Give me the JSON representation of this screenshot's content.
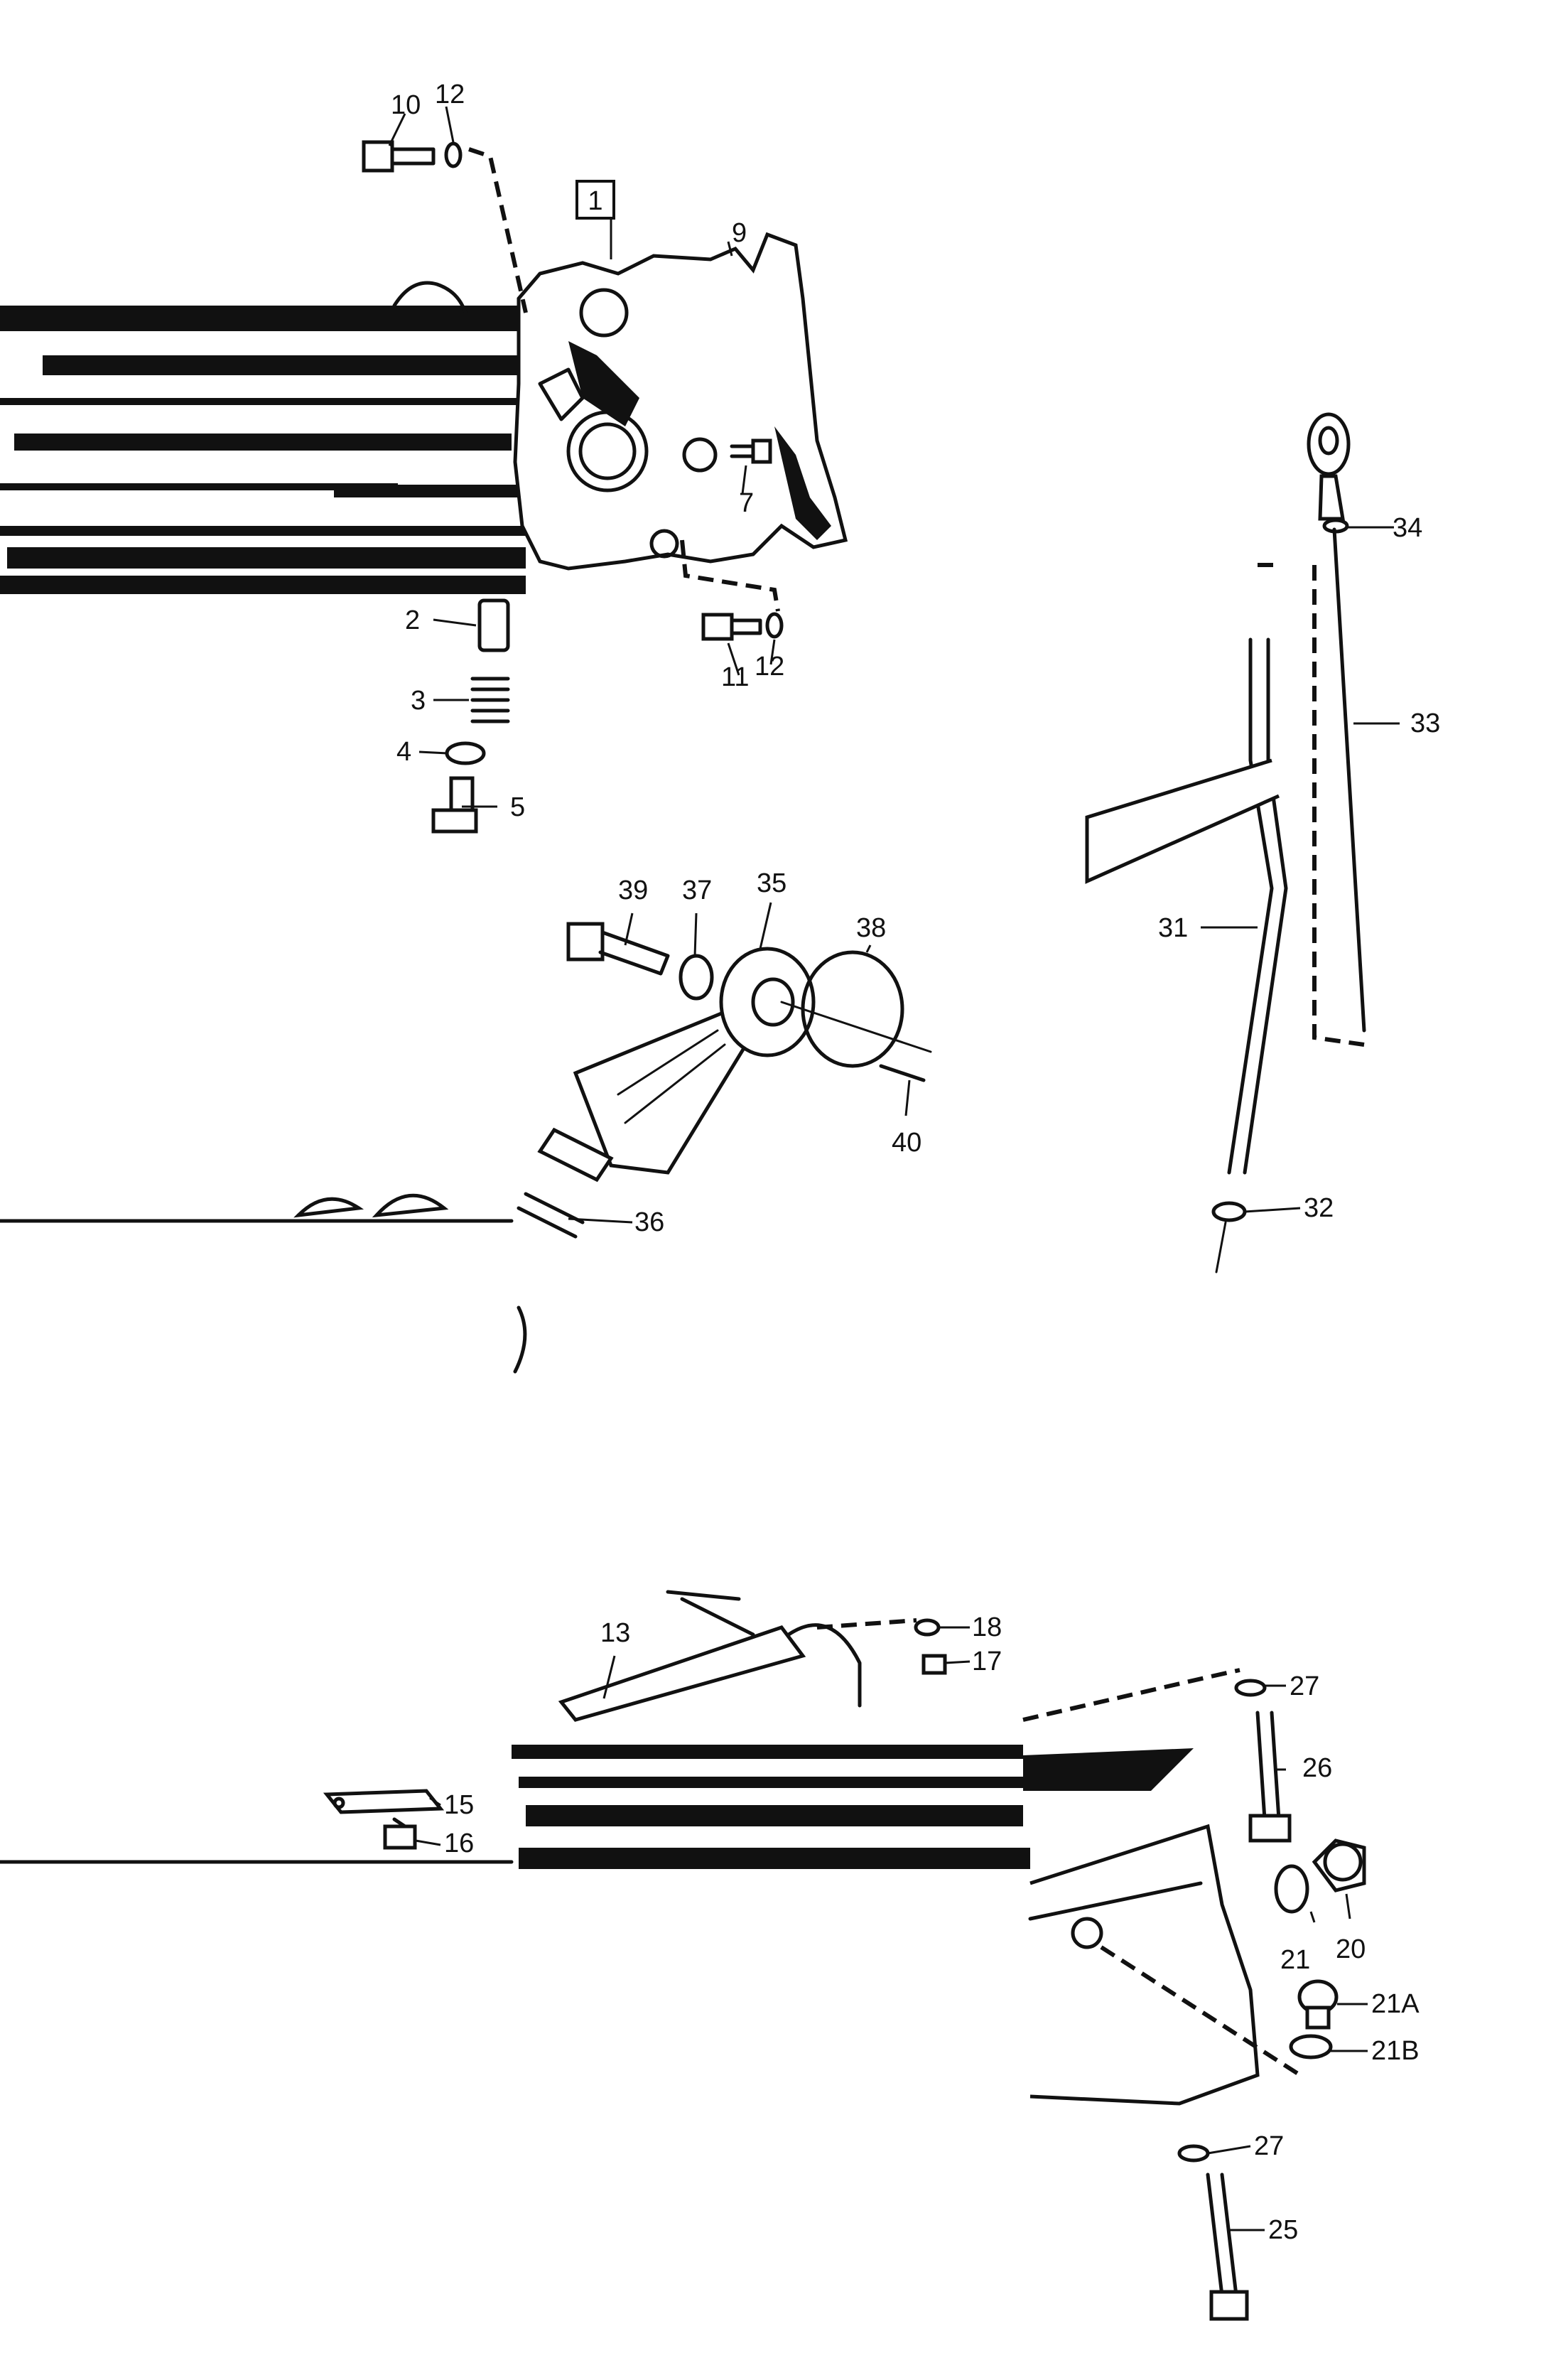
{
  "diagram": {
    "labels": {
      "l1": "1",
      "l2": "2",
      "l3": "3",
      "l4": "4",
      "l5": "5",
      "l7": "7",
      "l9": "9",
      "l10": "10",
      "l11": "11",
      "l12a": "12",
      "l12b": "12",
      "l13": "13",
      "l15": "15",
      "l16": "16",
      "l17": "17",
      "l18": "18",
      "l20": "20",
      "l21": "21",
      "l21A": "21A",
      "l21B": "21B",
      "l25": "25",
      "l26": "26",
      "l27a": "27",
      "l27b": "27",
      "l31": "31",
      "l32": "32",
      "l33": "33",
      "l34": "34",
      "l35": "35",
      "l36": "36",
      "l37": "37",
      "l38": "38",
      "l39": "39",
      "l40": "40"
    }
  }
}
